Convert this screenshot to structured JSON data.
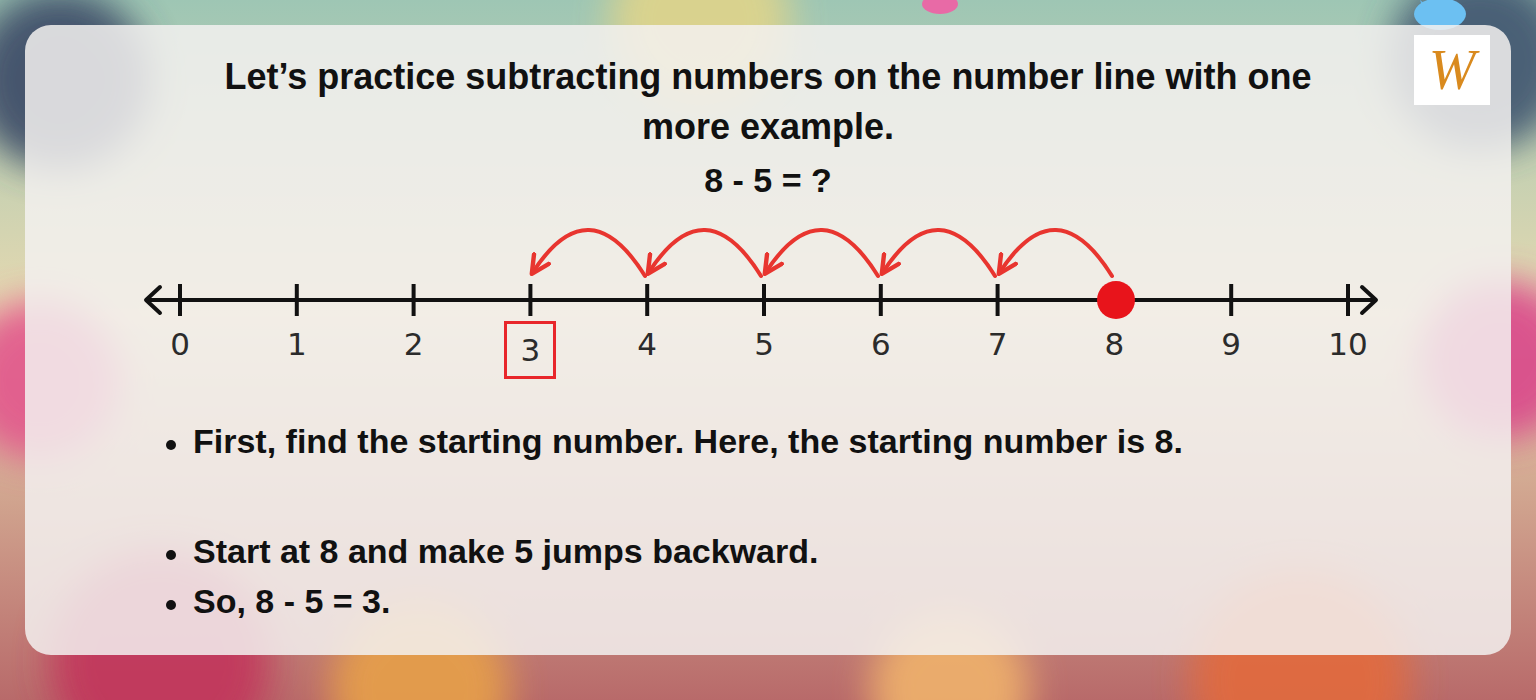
{
  "diagram": {
    "title": "Let’s practice subtracting numbers on the number line with one more example.",
    "nodes": [
      {
        "text": [
          "3"
        ]
      }
    ],
    "labels": [
      "8 - 5 = ?",
      "0",
      "1",
      "2",
      "4",
      "5",
      "6",
      "7",
      "8",
      "9",
      "10",
      "First, find the starting number. Here, the starting number is 8.",
      "Start at 8 and make 5 jumps backward.",
      "So, 8 - 5 = 3.",
      "W"
    ]
  }
}
